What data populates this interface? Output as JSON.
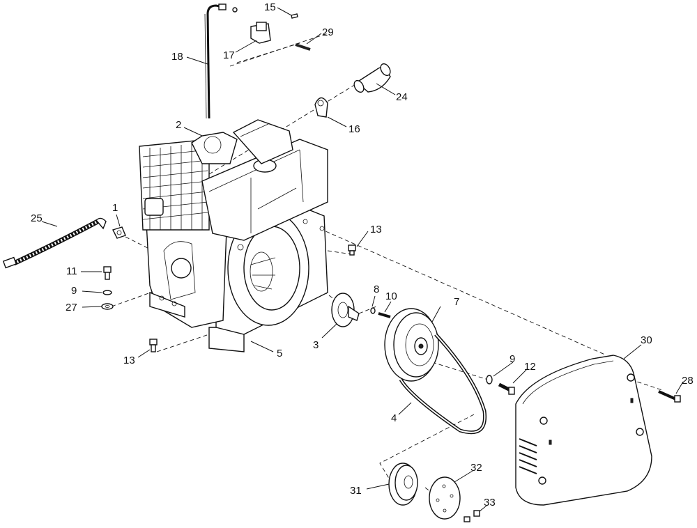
{
  "callouts": {
    "c1": "1",
    "c2": "2",
    "c3": "3",
    "c4": "4",
    "c5": "5",
    "c7": "7",
    "c8": "8",
    "c9a": "9",
    "c9b": "9",
    "c10": "10",
    "c11": "11",
    "c12": "12",
    "c13a": "13",
    "c13b": "13",
    "c15": "15",
    "c16": "16",
    "c17": "17",
    "c18": "18",
    "c24": "24",
    "c25": "25",
    "c27": "27",
    "c28": "28",
    "c29": "29",
    "c30": "30",
    "c31": "31",
    "c32": "32",
    "c33": "33"
  }
}
